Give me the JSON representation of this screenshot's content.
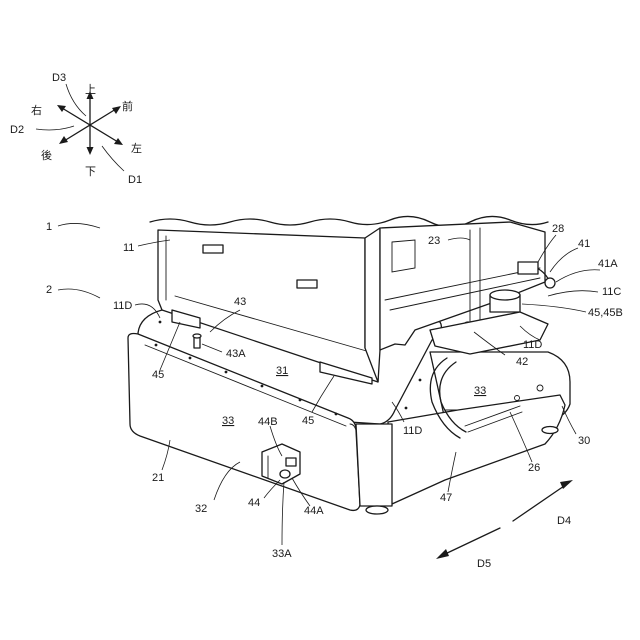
{
  "compass": {
    "up": "上",
    "down": "下",
    "front": "前",
    "rear": "後",
    "left": "左",
    "right": "右",
    "d1": "D1",
    "d2": "D2",
    "d3": "D3"
  },
  "refs": {
    "r1": "1",
    "r2": "2",
    "r11": "11",
    "r11d_left": "11D",
    "r11d_mid": "11D",
    "r11d_right": "11D",
    "r11c": "11C",
    "r21": "21",
    "r23": "23",
    "r26": "26",
    "r28": "28",
    "r30": "30",
    "r31": "31",
    "r32": "32",
    "r33_front": "33",
    "r33_side": "33",
    "r33a": "33A",
    "r41": "41",
    "r41a": "41A",
    "r42": "42",
    "r43": "43",
    "r43a": "43A",
    "r44": "44",
    "r44a": "44A",
    "r44b": "44B",
    "r45_left": "45",
    "r45_mid": "45",
    "r4545b": "45,45B",
    "r47": "47",
    "d4": "D4",
    "d5": "D5"
  }
}
